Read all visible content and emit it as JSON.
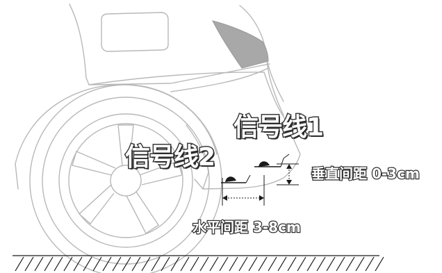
{
  "labels": {
    "signal_line_1": "信号线1",
    "signal_line_2": "信号线2",
    "vertical_gap": "垂直间距 0-3cm",
    "horizontal_gap": "水平间距 3-8cm"
  },
  "colors": {
    "outline": "#b8b8b8",
    "dark": "#1a1a1a",
    "shaded": "#a8a8a8"
  }
}
